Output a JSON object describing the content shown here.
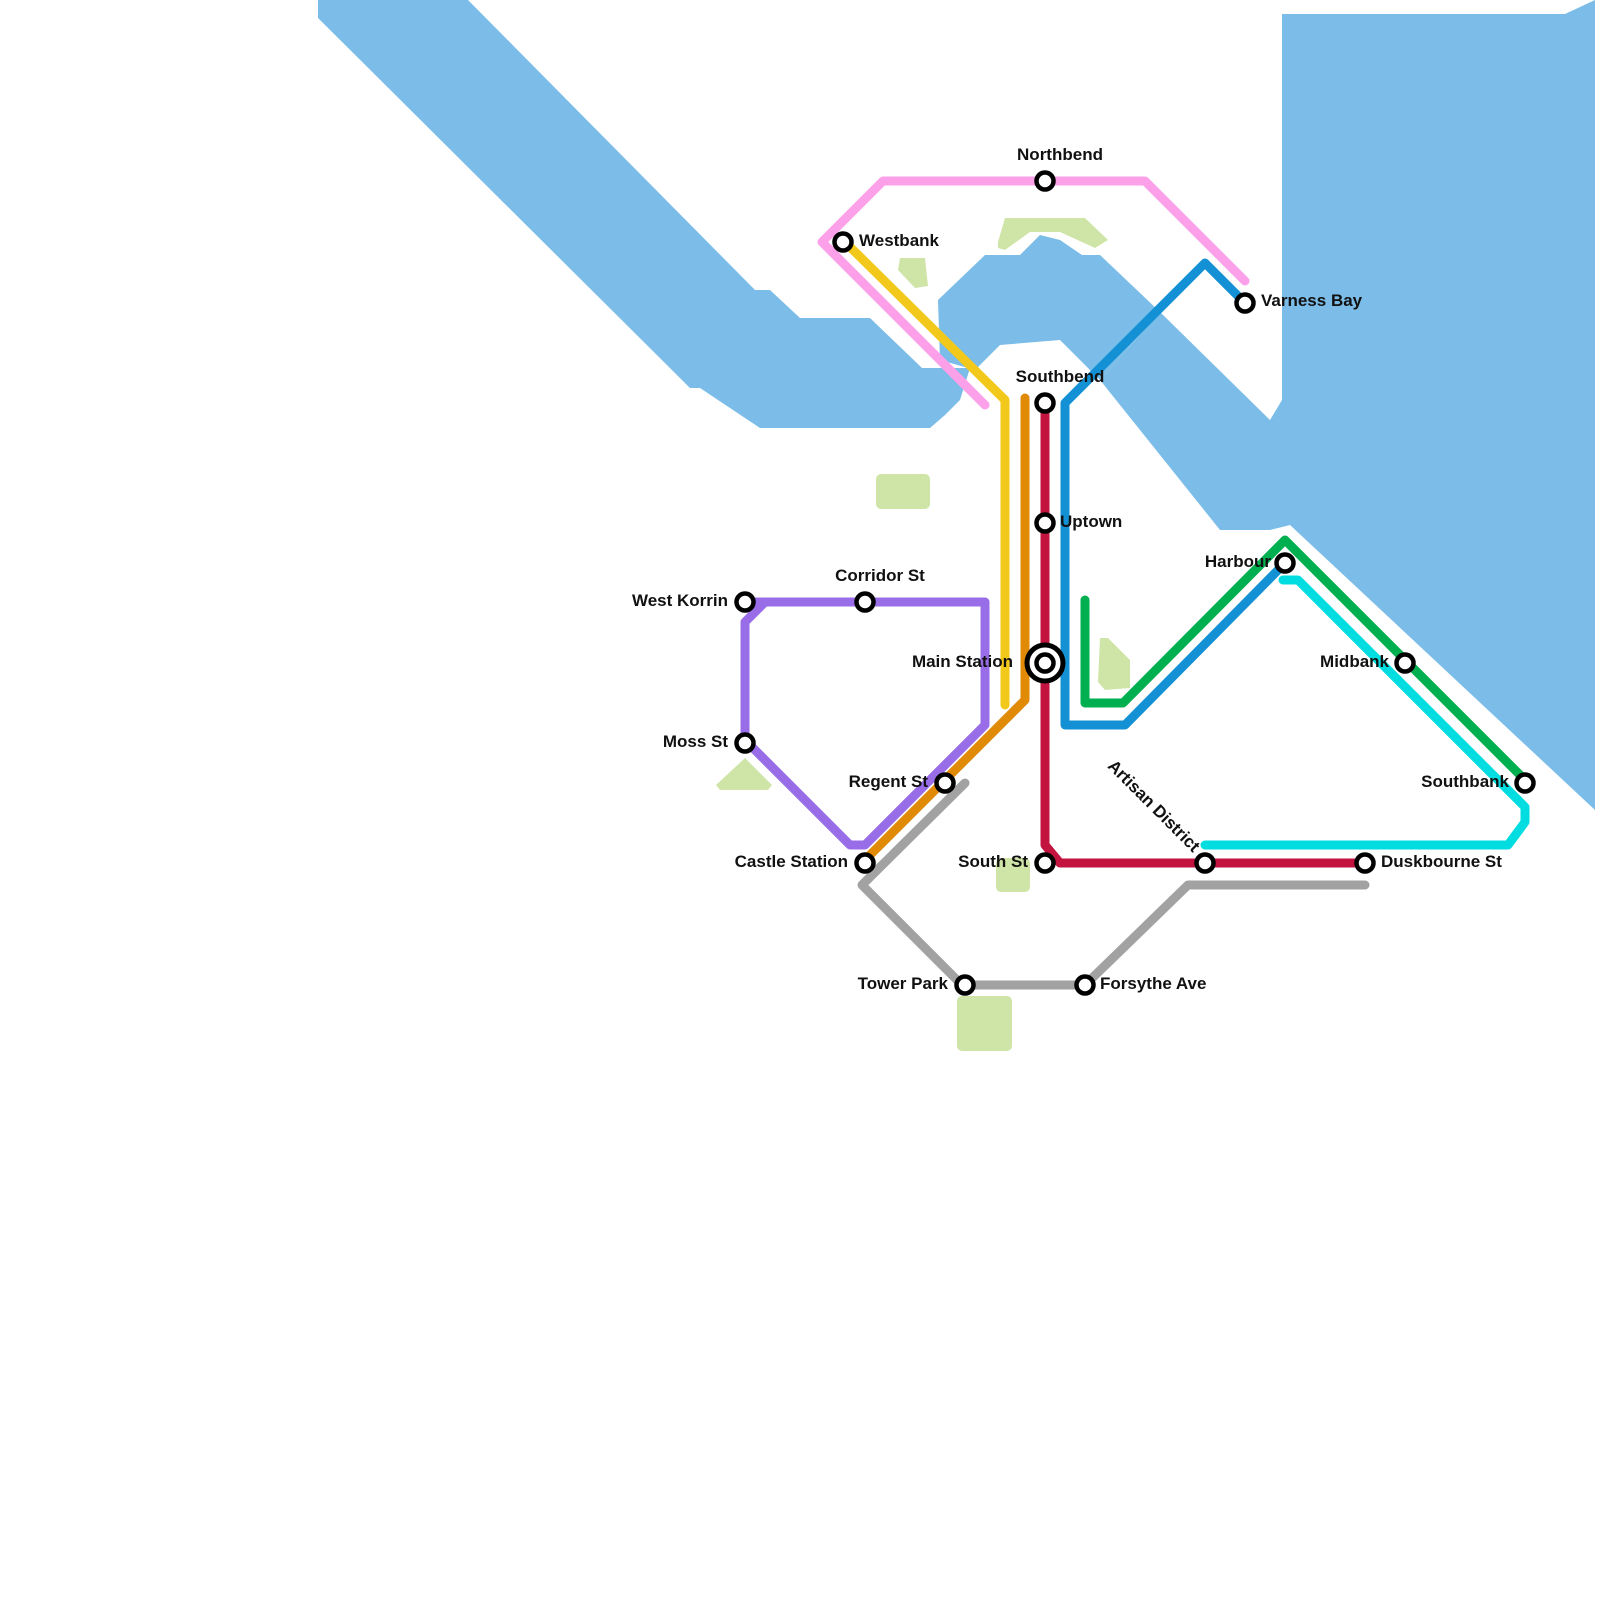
{
  "colors": {
    "water": "#7bbde8",
    "park": "#cfe5a8",
    "pink": "#fda0ea",
    "yellow": "#f2c81a",
    "orange": "#e08a06",
    "crimson": "#c2143f",
    "blue": "#1491d5",
    "green": "#00b050",
    "purple": "#9a6de8",
    "grey": "#a2a2a2",
    "cyan": "#00dde0"
  },
  "lines": [
    {
      "id": "pink",
      "color_key": "pink"
    },
    {
      "id": "yellow",
      "color_key": "yellow"
    },
    {
      "id": "orange",
      "color_key": "orange"
    },
    {
      "id": "crimson",
      "color_key": "crimson"
    },
    {
      "id": "blue",
      "color_key": "blue"
    },
    {
      "id": "green",
      "color_key": "green"
    },
    {
      "id": "purple",
      "color_key": "purple"
    },
    {
      "id": "grey",
      "color_key": "grey"
    },
    {
      "id": "cyan",
      "color_key": "cyan"
    }
  ],
  "stations": {
    "northbend": "Northbend",
    "westbank": "Westbank",
    "varness_bay": "Varness Bay",
    "southbend": "Southbend",
    "uptown": "Uptown",
    "harbour": "Harbour",
    "corridor_st": "Corridor St",
    "west_korrin": "West Korrin",
    "main_station": "Main Station",
    "midbank": "Midbank",
    "moss_st": "Moss St",
    "regent_st": "Regent St",
    "southbank": "Southbank",
    "artisan_district": "Artisan District",
    "castle_station": "Castle Station",
    "south_st": "South St",
    "duskbourne_st": "Duskbourne St",
    "tower_park": "Tower Park",
    "forsythe_ave": "Forsythe Ave"
  }
}
